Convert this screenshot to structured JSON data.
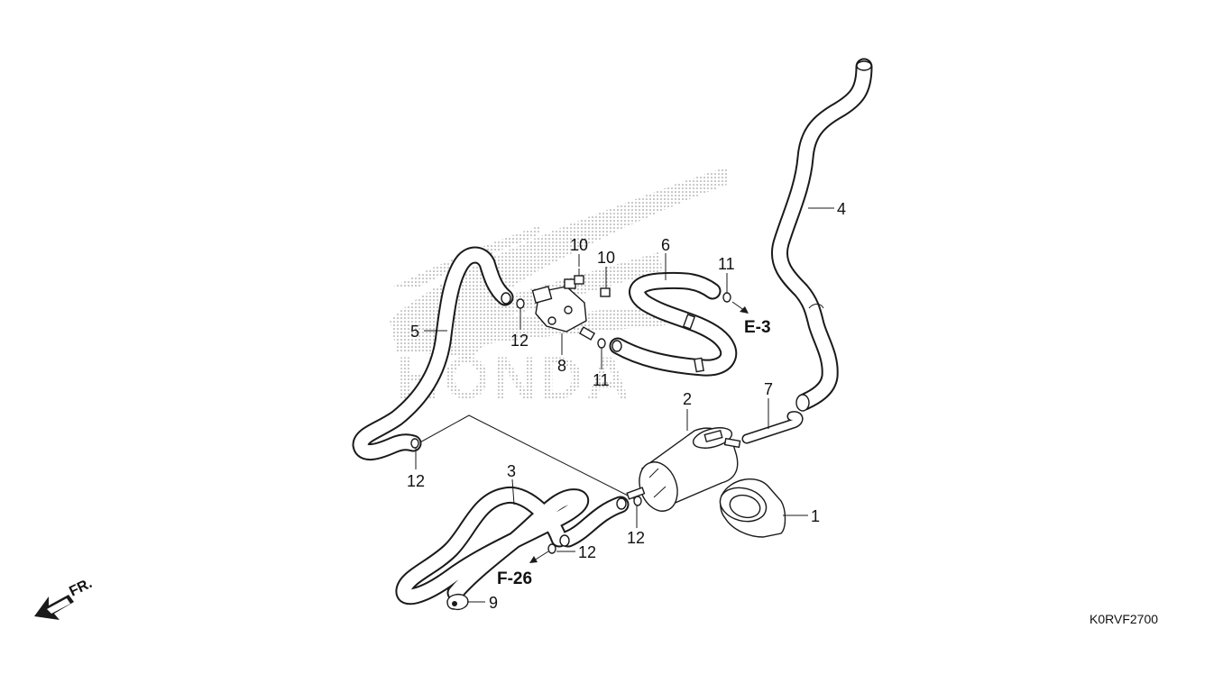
{
  "diagram": {
    "watermark_text": "HONDA",
    "catalog_code": "K0RVF2700",
    "front_label": "FR.",
    "references": {
      "e3": "E-3",
      "f26": "F-26"
    },
    "callouts": {
      "c1": "1",
      "c2": "2",
      "c3": "3",
      "c4": "4",
      "c5": "5",
      "c6": "6",
      "c7": "7",
      "c8": "8",
      "c9": "9",
      "c10a": "10",
      "c10b": "10",
      "c11a": "11",
      "c11b": "11",
      "c12a": "12",
      "c12b": "12",
      "c12c": "12",
      "c12d": "12"
    }
  }
}
